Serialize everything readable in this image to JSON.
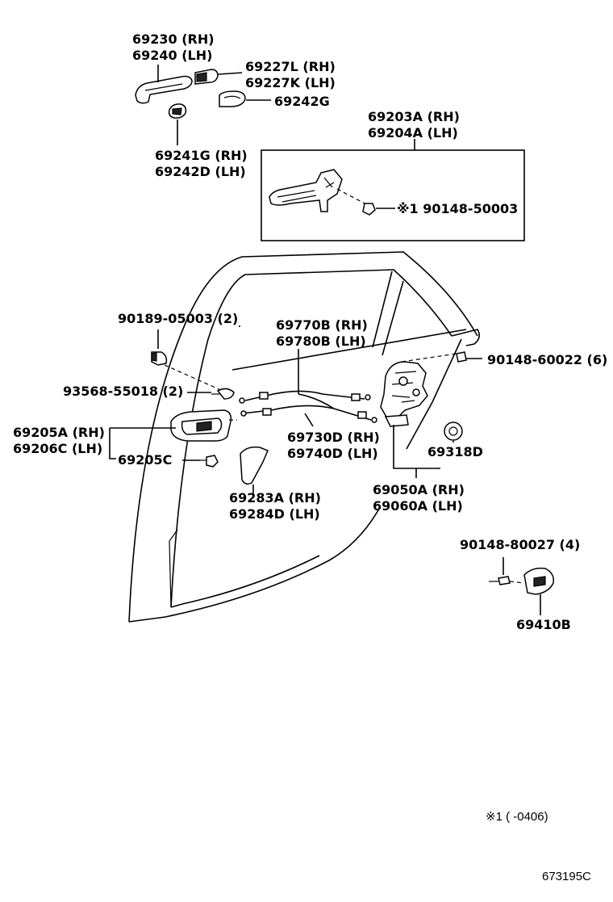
{
  "labels": {
    "p69230": "69230 (RH)",
    "p69240": "69240 (LH)",
    "p69227L": "69227L (RH)",
    "p69227K": "69227K (LH)",
    "p69242G": "69242G",
    "p69241G": "69241G (RH)",
    "p69242D": "69242D (LH)",
    "p69203A": "69203A (RH)",
    "p69204A": "69204A (LH)",
    "p90148_50003": "※1 90148-50003",
    "p90189": "90189-05003 (2)",
    "p69770B": "69770B (RH)",
    "p69780B": "69780B (LH)",
    "p90148_60022": "90148-60022 (6)",
    "p93568": "93568-55018 (2)",
    "p69205A": "69205A (RH)",
    "p69206C": "69206C (LH)",
    "p69205C": "69205C",
    "p69730D": "69730D (RH)",
    "p69740D": "69740D (LH)",
    "p69318D": "69318D",
    "p69283A": "69283A (RH)",
    "p69284D": "69284D (LH)",
    "p69050A": "69050A (RH)",
    "p69060A": "69060A (LH)",
    "p90148_80027": "90148-80027 (4)",
    "p69410B": "69410B"
  },
  "footnote": "※1 (      -0406)",
  "diagram_id": "673195C"
}
